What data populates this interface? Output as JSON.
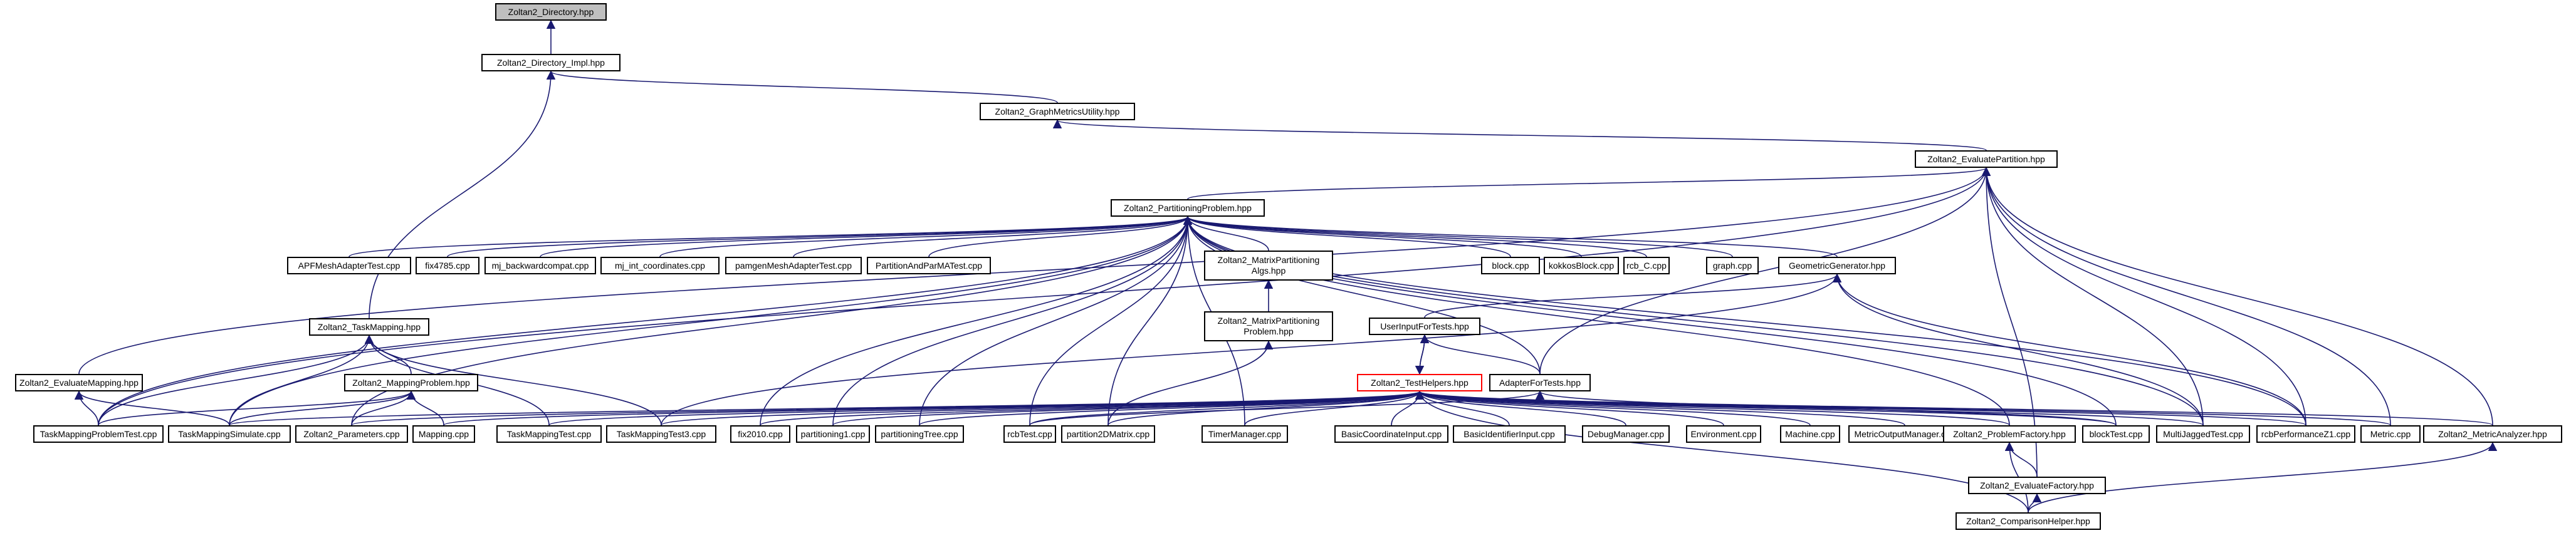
{
  "diagram": {
    "nodes": [
      {
        "id": "directory",
        "label": "Zoltan2_Directory.hpp",
        "root": true
      },
      {
        "id": "directory_impl",
        "label": "Zoltan2_Directory_Impl.hpp"
      },
      {
        "id": "graph_metrics",
        "label": "Zoltan2_GraphMetricsUtility.hpp"
      },
      {
        "id": "eval_partition",
        "label": "Zoltan2_EvaluatePartition.hpp"
      },
      {
        "id": "partitioning_problem",
        "label": "Zoltan2_PartitioningProblem.hpp"
      },
      {
        "id": "apf_mesh_adapter_test",
        "label": "APFMeshAdapterTest.cpp"
      },
      {
        "id": "fix4785",
        "label": "fix4785.cpp"
      },
      {
        "id": "mj_backwardcompat",
        "label": "mj_backwardcompat.cpp"
      },
      {
        "id": "mj_int_coordinates",
        "label": "mj_int_coordinates.cpp"
      },
      {
        "id": "pamgen_mesh_adapter_test",
        "label": "pamgenMeshAdapterTest.cpp"
      },
      {
        "id": "partition_and_parma_test",
        "label": "PartitionAndParMATest.cpp"
      },
      {
        "id": "matrix_partitioning_algs",
        "label": "Zoltan2_MatrixPartitioning\nAlgs.hpp"
      },
      {
        "id": "matrix_partitioning_problem",
        "label": "Zoltan2_MatrixPartitioning\nProblem.hpp"
      },
      {
        "id": "block",
        "label": "block.cpp"
      },
      {
        "id": "kokkos_block",
        "label": "kokkosBlock.cpp"
      },
      {
        "id": "rcb_c",
        "label": "rcb_C.cpp"
      },
      {
        "id": "graph_cpp",
        "label": "graph.cpp"
      },
      {
        "id": "geometric_generator",
        "label": "GeometricGenerator.hpp"
      },
      {
        "id": "user_input_for_tests",
        "label": "UserInputForTests.hpp"
      },
      {
        "id": "task_mapping",
        "label": "Zoltan2_TaskMapping.hpp"
      },
      {
        "id": "evaluate_mapping",
        "label": "Zoltan2_EvaluateMapping.hpp"
      },
      {
        "id": "mapping_problem",
        "label": "Zoltan2_MappingProblem.hpp"
      },
      {
        "id": "test_helpers",
        "label": "Zoltan2_TestHelpers.hpp",
        "red": true
      },
      {
        "id": "adapter_for_tests",
        "label": "AdapterForTests.hpp"
      },
      {
        "id": "task_mapping_problem_test",
        "label": "TaskMappingProblemTest.cpp"
      },
      {
        "id": "task_mapping_simulate",
        "label": "TaskMappingSimulate.cpp"
      },
      {
        "id": "parameters",
        "label": "Zoltan2_Parameters.cpp"
      },
      {
        "id": "mapping_cpp",
        "label": "Mapping.cpp"
      },
      {
        "id": "task_mapping_test",
        "label": "TaskMappingTest.cpp"
      },
      {
        "id": "task_mapping_test3",
        "label": "TaskMappingTest3.cpp"
      },
      {
        "id": "fix2010",
        "label": "fix2010.cpp"
      },
      {
        "id": "partitioning1",
        "label": "partitioning1.cpp"
      },
      {
        "id": "partitioning_tree",
        "label": "partitioningTree.cpp"
      },
      {
        "id": "rcb_test",
        "label": "rcbTest.cpp"
      },
      {
        "id": "partition_2d_matrix",
        "label": "partition2DMatrix.cpp"
      },
      {
        "id": "timer_manager",
        "label": "TimerManager.cpp"
      },
      {
        "id": "basic_coordinate_input",
        "label": "BasicCoordinateInput.cpp"
      },
      {
        "id": "basic_identifier_input",
        "label": "BasicIdentifierInput.cpp"
      },
      {
        "id": "debug_manager",
        "label": "DebugManager.cpp"
      },
      {
        "id": "environment",
        "label": "Environment.cpp"
      },
      {
        "id": "machine",
        "label": "Machine.cpp"
      },
      {
        "id": "metric_output_manager",
        "label": "MetricOutputManager.cpp"
      },
      {
        "id": "problem_factory",
        "label": "Zoltan2_ProblemFactory.hpp"
      },
      {
        "id": "block_test",
        "label": "blockTest.cpp"
      },
      {
        "id": "multi_jagged_test",
        "label": "MultiJaggedTest.cpp"
      },
      {
        "id": "rcb_performance_z1",
        "label": "rcbPerformanceZ1.cpp"
      },
      {
        "id": "metric_cpp",
        "label": "Metric.cpp"
      },
      {
        "id": "metric_analyzer",
        "label": "Zoltan2_MetricAnalyzer.hpp"
      },
      {
        "id": "evaluate_factory",
        "label": "Zoltan2_EvaluateFactory.hpp"
      },
      {
        "id": "comparison_helper",
        "label": "Zoltan2_ComparisonHelper.hpp"
      }
    ],
    "edges": [
      [
        "directory_impl",
        "directory"
      ],
      [
        "graph_metrics",
        "directory_impl"
      ],
      [
        "task_mapping",
        "directory_impl"
      ],
      [
        "eval_partition",
        "graph_metrics"
      ],
      [
        "partitioning_problem",
        "eval_partition"
      ],
      [
        "evaluate_mapping",
        "eval_partition"
      ],
      [
        "task_mapping_problem_test",
        "eval_partition"
      ],
      [
        "adapter_for_tests",
        "eval_partition"
      ],
      [
        "multi_jagged_test",
        "eval_partition"
      ],
      [
        "rcb_performance_z1",
        "eval_partition"
      ],
      [
        "metric_cpp",
        "eval_partition"
      ],
      [
        "metric_analyzer",
        "eval_partition"
      ],
      [
        "evaluate_factory",
        "eval_partition"
      ],
      [
        "apf_mesh_adapter_test",
        "partitioning_problem"
      ],
      [
        "fix4785",
        "partitioning_problem"
      ],
      [
        "mj_backwardcompat",
        "partitioning_problem"
      ],
      [
        "mj_int_coordinates",
        "partitioning_problem"
      ],
      [
        "pamgen_mesh_adapter_test",
        "partitioning_problem"
      ],
      [
        "partition_and_parma_test",
        "partitioning_problem"
      ],
      [
        "matrix_partitioning_algs",
        "partitioning_problem"
      ],
      [
        "block",
        "partitioning_problem"
      ],
      [
        "kokkos_block",
        "partitioning_problem"
      ],
      [
        "rcb_c",
        "partitioning_problem"
      ],
      [
        "graph_cpp",
        "partitioning_problem"
      ],
      [
        "geometric_generator",
        "partitioning_problem"
      ],
      [
        "task_mapping_problem_test",
        "partitioning_problem"
      ],
      [
        "task_mapping_simulate",
        "partitioning_problem"
      ],
      [
        "parameters",
        "partitioning_problem"
      ],
      [
        "fix2010",
        "partitioning_problem"
      ],
      [
        "partitioning1",
        "partitioning_problem"
      ],
      [
        "partitioning_tree",
        "partitioning_problem"
      ],
      [
        "rcb_test",
        "partitioning_problem"
      ],
      [
        "partition_2d_matrix",
        "partitioning_problem"
      ],
      [
        "timer_manager",
        "partitioning_problem"
      ],
      [
        "adapter_for_tests",
        "partitioning_problem"
      ],
      [
        "problem_factory",
        "partitioning_problem"
      ],
      [
        "block_test",
        "partitioning_problem"
      ],
      [
        "multi_jagged_test",
        "partitioning_problem"
      ],
      [
        "rcb_performance_z1",
        "partitioning_problem"
      ],
      [
        "matrix_partitioning_problem",
        "matrix_partitioning_algs"
      ],
      [
        "partition_2d_matrix",
        "matrix_partitioning_problem"
      ],
      [
        "user_input_for_tests",
        "geometric_generator"
      ],
      [
        "task_mapping_test3",
        "geometric_generator"
      ],
      [
        "multi_jagged_test",
        "geometric_generator"
      ],
      [
        "rcb_performance_z1",
        "geometric_generator"
      ],
      [
        "test_helpers",
        "user_input_for_tests"
      ],
      [
        "adapter_for_tests",
        "user_input_for_tests"
      ],
      [
        "user_input_for_tests",
        "test_helpers"
      ],
      [
        "mapping_problem",
        "task_mapping"
      ],
      [
        "task_mapping_problem_test",
        "task_mapping"
      ],
      [
        "task_mapping_simulate",
        "task_mapping"
      ],
      [
        "task_mapping_test",
        "task_mapping"
      ],
      [
        "task_mapping_test3",
        "task_mapping"
      ],
      [
        "task_mapping_problem_test",
        "evaluate_mapping"
      ],
      [
        "task_mapping_simulate",
        "evaluate_mapping"
      ],
      [
        "task_mapping_problem_test",
        "mapping_problem"
      ],
      [
        "task_mapping_simulate",
        "mapping_problem"
      ],
      [
        "parameters",
        "mapping_problem"
      ],
      [
        "mapping_cpp",
        "mapping_problem"
      ],
      [
        "task_mapping_simulate",
        "test_helpers"
      ],
      [
        "parameters",
        "test_helpers"
      ],
      [
        "mapping_cpp",
        "test_helpers"
      ],
      [
        "task_mapping_test",
        "test_helpers"
      ],
      [
        "task_mapping_test3",
        "test_helpers"
      ],
      [
        "fix2010",
        "test_helpers"
      ],
      [
        "partitioning1",
        "test_helpers"
      ],
      [
        "partitioning_tree",
        "test_helpers"
      ],
      [
        "rcb_test",
        "test_helpers"
      ],
      [
        "partition_2d_matrix",
        "test_helpers"
      ],
      [
        "timer_manager",
        "test_helpers"
      ],
      [
        "basic_coordinate_input",
        "test_helpers"
      ],
      [
        "basic_identifier_input",
        "test_helpers"
      ],
      [
        "debug_manager",
        "test_helpers"
      ],
      [
        "environment",
        "test_helpers"
      ],
      [
        "machine",
        "test_helpers"
      ],
      [
        "metric_output_manager",
        "test_helpers"
      ],
      [
        "problem_factory",
        "test_helpers"
      ],
      [
        "block_test",
        "test_helpers"
      ],
      [
        "multi_jagged_test",
        "test_helpers"
      ],
      [
        "rcb_performance_z1",
        "test_helpers"
      ],
      [
        "metric_cpp",
        "test_helpers"
      ],
      [
        "metric_analyzer",
        "test_helpers"
      ],
      [
        "comparison_helper",
        "test_helpers"
      ],
      [
        "evaluate_factory",
        "problem_factory"
      ],
      [
        "comparison_helper",
        "problem_factory"
      ],
      [
        "comparison_helper",
        "evaluate_factory"
      ],
      [
        "comparison_helper",
        "metric_analyzer"
      ],
      [
        "rcb_test",
        "adapter_for_tests"
      ],
      [
        "block_test",
        "adapter_for_tests"
      ]
    ]
  }
}
